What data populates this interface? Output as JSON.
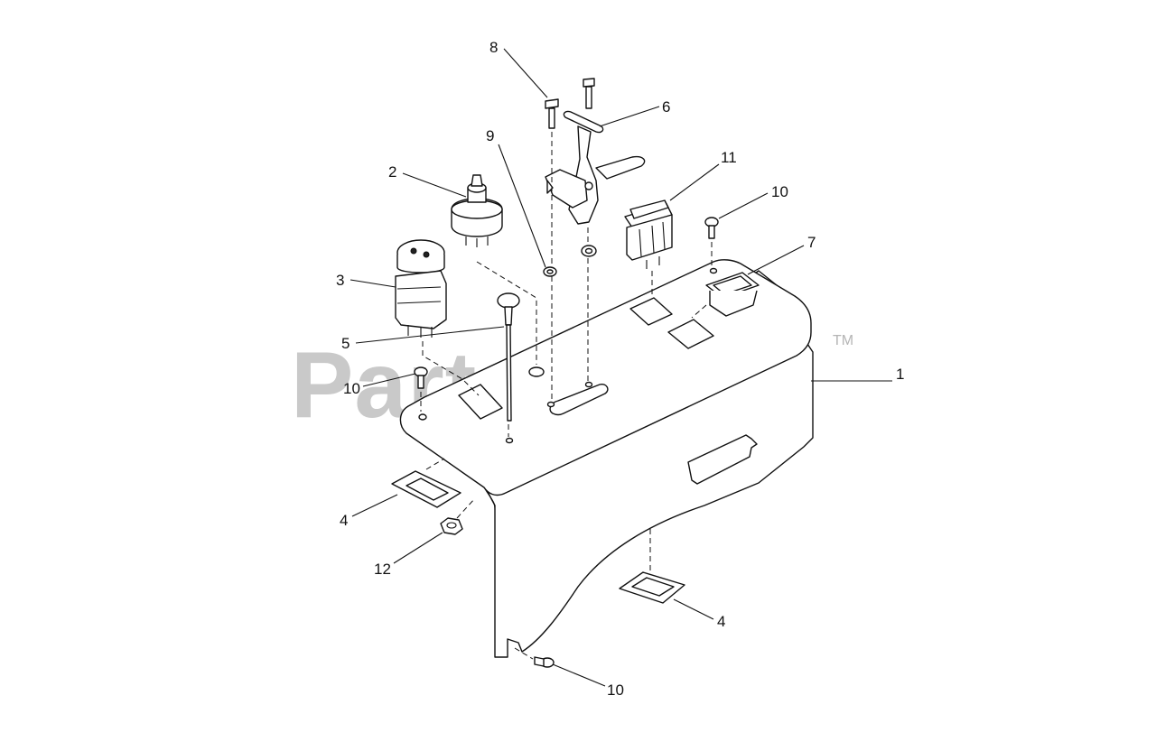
{
  "watermark": {
    "text": "PartsTree",
    "trademark": "TM"
  },
  "callouts": [
    {
      "id": "c8",
      "label": "8"
    },
    {
      "id": "c6",
      "label": "6"
    },
    {
      "id": "c9",
      "label": "9"
    },
    {
      "id": "c2",
      "label": "2"
    },
    {
      "id": "c11",
      "label": "11"
    },
    {
      "id": "c10a",
      "label": "10"
    },
    {
      "id": "c7",
      "label": "7"
    },
    {
      "id": "c3",
      "label": "3"
    },
    {
      "id": "c5",
      "label": "5"
    },
    {
      "id": "c1",
      "label": "1"
    },
    {
      "id": "c10b",
      "label": "10"
    },
    {
      "id": "c4a",
      "label": "4"
    },
    {
      "id": "c12",
      "label": "12"
    },
    {
      "id": "c4b",
      "label": "4"
    },
    {
      "id": "c10c",
      "label": "10"
    }
  ]
}
